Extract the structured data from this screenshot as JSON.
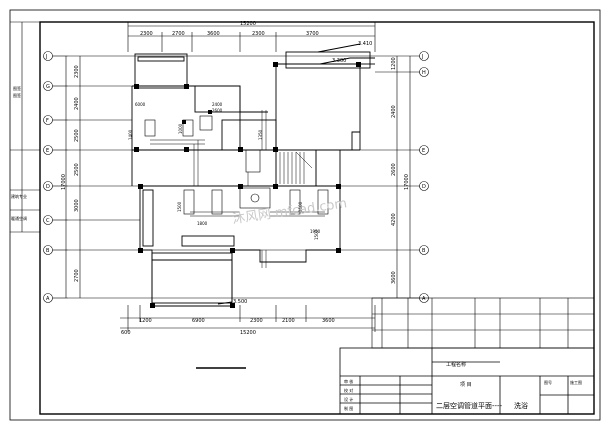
{
  "dims": {
    "top_total": "15200",
    "top_segments": [
      "2300",
      "2700",
      "3600",
      "2300",
      "3700"
    ],
    "bottom_total": "15200",
    "bottom_segments": [
      "1200",
      "6900",
      "2300",
      "2100",
      "3600"
    ],
    "bottom_left": "600",
    "left_segments": [
      "2300",
      "2400",
      "2500",
      "2500",
      "3000",
      "2700"
    ],
    "left_total": "17000",
    "right_segments": [
      "1200",
      "2400",
      "2600",
      "4200",
      "3600"
    ],
    "right_total": "17000",
    "interior": [
      "6000",
      "2400",
      "2600",
      "1400",
      "1000",
      "1500",
      "1500",
      "1800",
      "1500",
      "1950",
      "1350"
    ],
    "elev_top": "3.410",
    "elev_mid": "3.300",
    "elev_bottom": "3.500"
  },
  "axes_left": [
    "J",
    "G",
    "F",
    "E",
    "D",
    "C",
    "B",
    "A"
  ],
  "axes_right": [
    "J",
    "H",
    "E",
    "D",
    "B",
    "A"
  ],
  "margin_labels": [
    "图签",
    "图签",
    "建筑专业",
    "暖通空调"
  ],
  "watermark": "沐风网 mfcad.com",
  "title_block": {
    "project_label": "工程名称",
    "item_label": "项 目",
    "row_labels": [
      "审 核",
      "校 对",
      "设 计",
      "制 图"
    ],
    "drawing_title": "二层空调管道平面",
    "drawing_suffix": "----",
    "drawing_name": "洗浴",
    "stage_label": "施工图",
    "stage_value": "图号"
  }
}
